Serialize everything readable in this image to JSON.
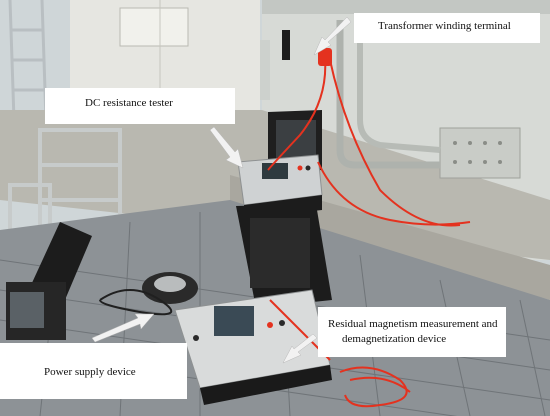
{
  "labels": {
    "transformer_winding_terminal": "Transformer winding terminal",
    "dc_resistance_tester": "DC resistance tester",
    "residual_magnetism_line1": "Residual magnetism measurement and",
    "residual_magnetism_line2": "demagnetization device",
    "power_supply_device": "Power supply device"
  },
  "colors": {
    "label_background": "#ffffff",
    "label_text": "#111111",
    "arrow": "#f2f2f2",
    "test_lead_red": "#e4321f",
    "equipment_case": "#1c1c1c"
  }
}
